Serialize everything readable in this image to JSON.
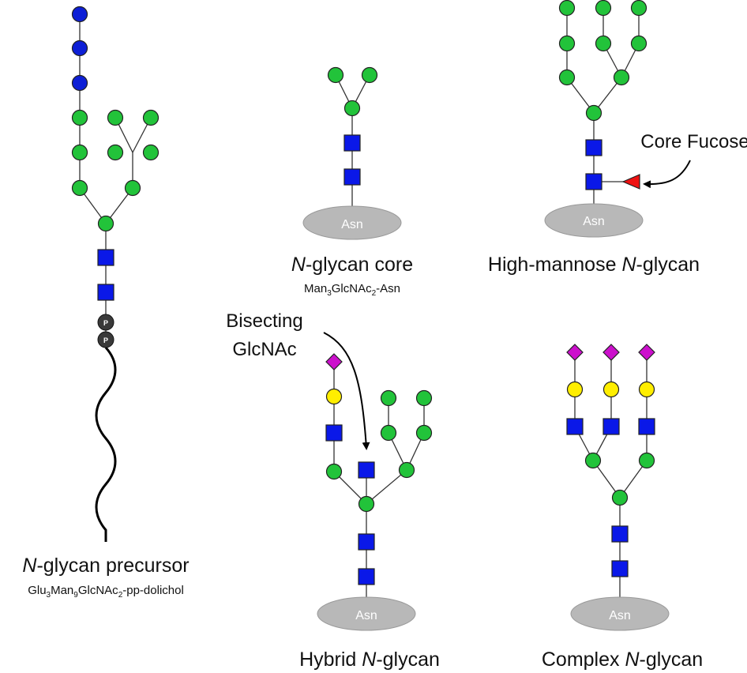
{
  "colors": {
    "glucose": "#0d1fd6",
    "mannose": "#22c33a",
    "glcnac": "#0a18e8",
    "galactose": "#ffee00",
    "sialic_acid": "#cc10cc",
    "fucose": "#ee1111",
    "asn": "#b8b8b8",
    "phosphate": "#3a3a3a"
  },
  "icons": {
    "glucose": "blue-circle",
    "mannose": "green-circle",
    "glcnac": "blue-square",
    "galactose": "yellow-circle",
    "sialic_acid": "magenta-diamond",
    "fucose": "red-triangle",
    "phosphate": "dark-circle-P"
  },
  "precursor": {
    "caption_italic": "N",
    "caption_rest": "-glycan precursor",
    "formula": {
      "a": "Glu",
      "a_sub": "3",
      "b": "Man",
      "b_sub": "9",
      "c": "GlcNAc",
      "c_sub": "2",
      "d": "-pp-dolichol"
    },
    "phosphate_label": "P"
  },
  "core": {
    "caption_italic": "N",
    "caption_rest": "-glycan core",
    "formula": {
      "a": "Man",
      "a_sub": "3",
      "b": "GlcNAc",
      "b_sub": "2",
      "c": "-Asn"
    },
    "asn_label": "Asn"
  },
  "high_mannose": {
    "caption_pre": "High-mannose ",
    "caption_italic": "N",
    "caption_rest": "-glycan",
    "asn_label": "Asn",
    "fucose_note": "Core Fucose"
  },
  "hybrid": {
    "caption_pre": "Hybrid ",
    "caption_italic": "N",
    "caption_rest": "-glycan",
    "asn_label": "Asn",
    "bisect_note_line1": "Bisecting",
    "bisect_note_line2": "GlcNAc"
  },
  "complex": {
    "caption_pre": "Complex ",
    "caption_italic": "N",
    "caption_rest": "-glycan",
    "asn_label": "Asn"
  }
}
